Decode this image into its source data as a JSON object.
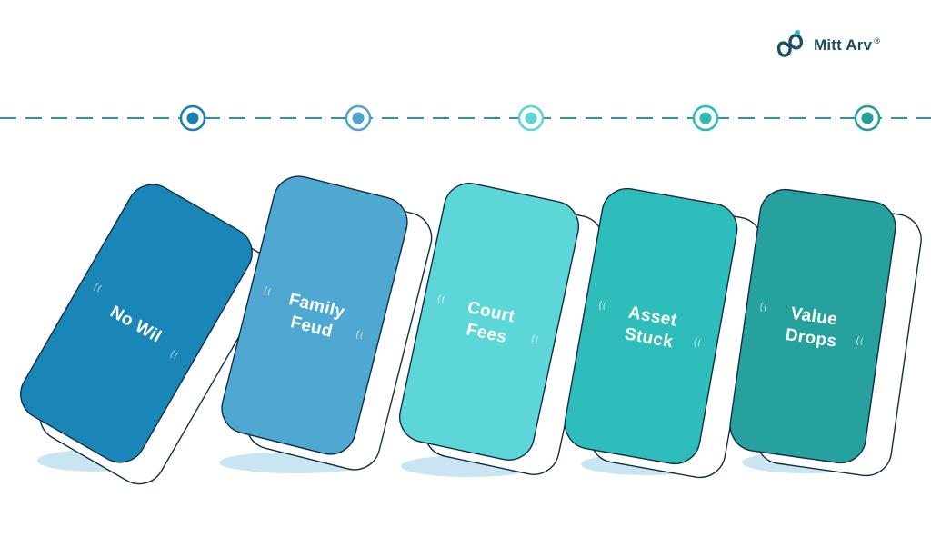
{
  "brand": {
    "name": "Mitt Arv",
    "registered_mark": "®",
    "color": "#1b4e63",
    "logo_icon": "infinity-link-icon"
  },
  "timeline": {
    "line_color": "#2e8fb0",
    "dots": [
      {
        "color": "#1a7fb5"
      },
      {
        "color": "#4ea4d0"
      },
      {
        "color": "#5dd4d6"
      },
      {
        "color": "#2fbcb9"
      },
      {
        "color": "#259e98"
      }
    ]
  },
  "dominoes": [
    {
      "lines": [
        "No Wil"
      ],
      "color": "#1a86b7"
    },
    {
      "lines": [
        "Family",
        "Feud"
      ],
      "color": "#4ea8d1"
    },
    {
      "lines": [
        "Court",
        "Fees"
      ],
      "color": "#5dd6d8"
    },
    {
      "lines": [
        "Asset",
        "Stuck"
      ],
      "color": "#2fbdbb"
    },
    {
      "lines": [
        "Value",
        "Drops"
      ],
      "color": "#26a19d"
    }
  ],
  "shadow_color": "#c9e5f1",
  "outline_color": "#0f2e44"
}
